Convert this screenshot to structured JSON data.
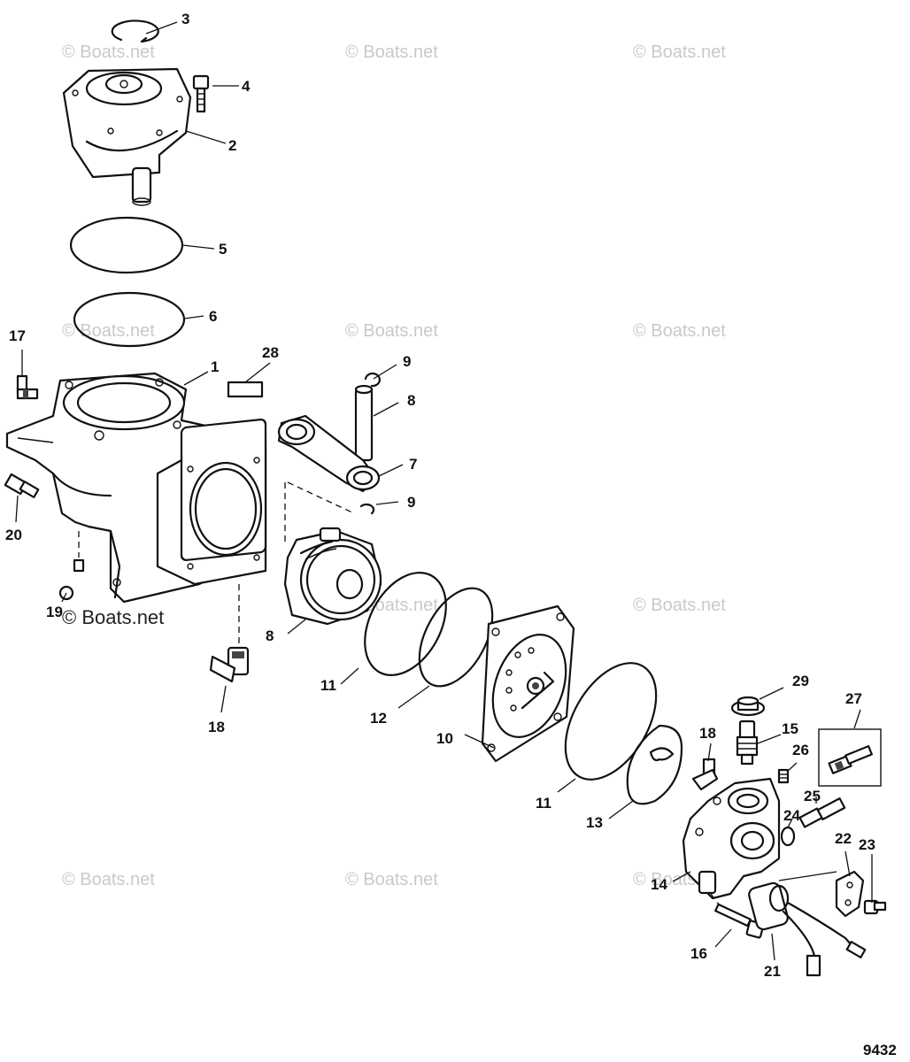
{
  "watermarks": [
    "© Boats.net",
    "© Boats.net",
    "© Boats.net",
    "© Boats.net",
    "© Boats.net",
    "© Boats.net",
    "© Boats.net",
    "© Boats.net",
    "© Boats.net",
    "© Boats.net",
    "© Boats.net"
  ],
  "watermark_dark": "© Boats.net",
  "figure_number": "9432",
  "callouts": {
    "c1": "1",
    "c2": "2",
    "c3": "3",
    "c4": "4",
    "c5": "5",
    "c6": "6",
    "c7": "7",
    "c8a": "8",
    "c8b": "8",
    "c9a": "9",
    "c9b": "9",
    "c10": "10",
    "c11a": "11",
    "c11b": "11",
    "c12": "12",
    "c13": "13",
    "c14": "14",
    "c15": "15",
    "c16": "16",
    "c17": "17",
    "c18a": "18",
    "c18b": "18",
    "c19": "19",
    "c20": "20",
    "c21": "21",
    "c22": "22",
    "c23": "23",
    "c24": "24",
    "c25": "25",
    "c26": "26",
    "c27": "27",
    "c28": "28",
    "c29": "29"
  }
}
